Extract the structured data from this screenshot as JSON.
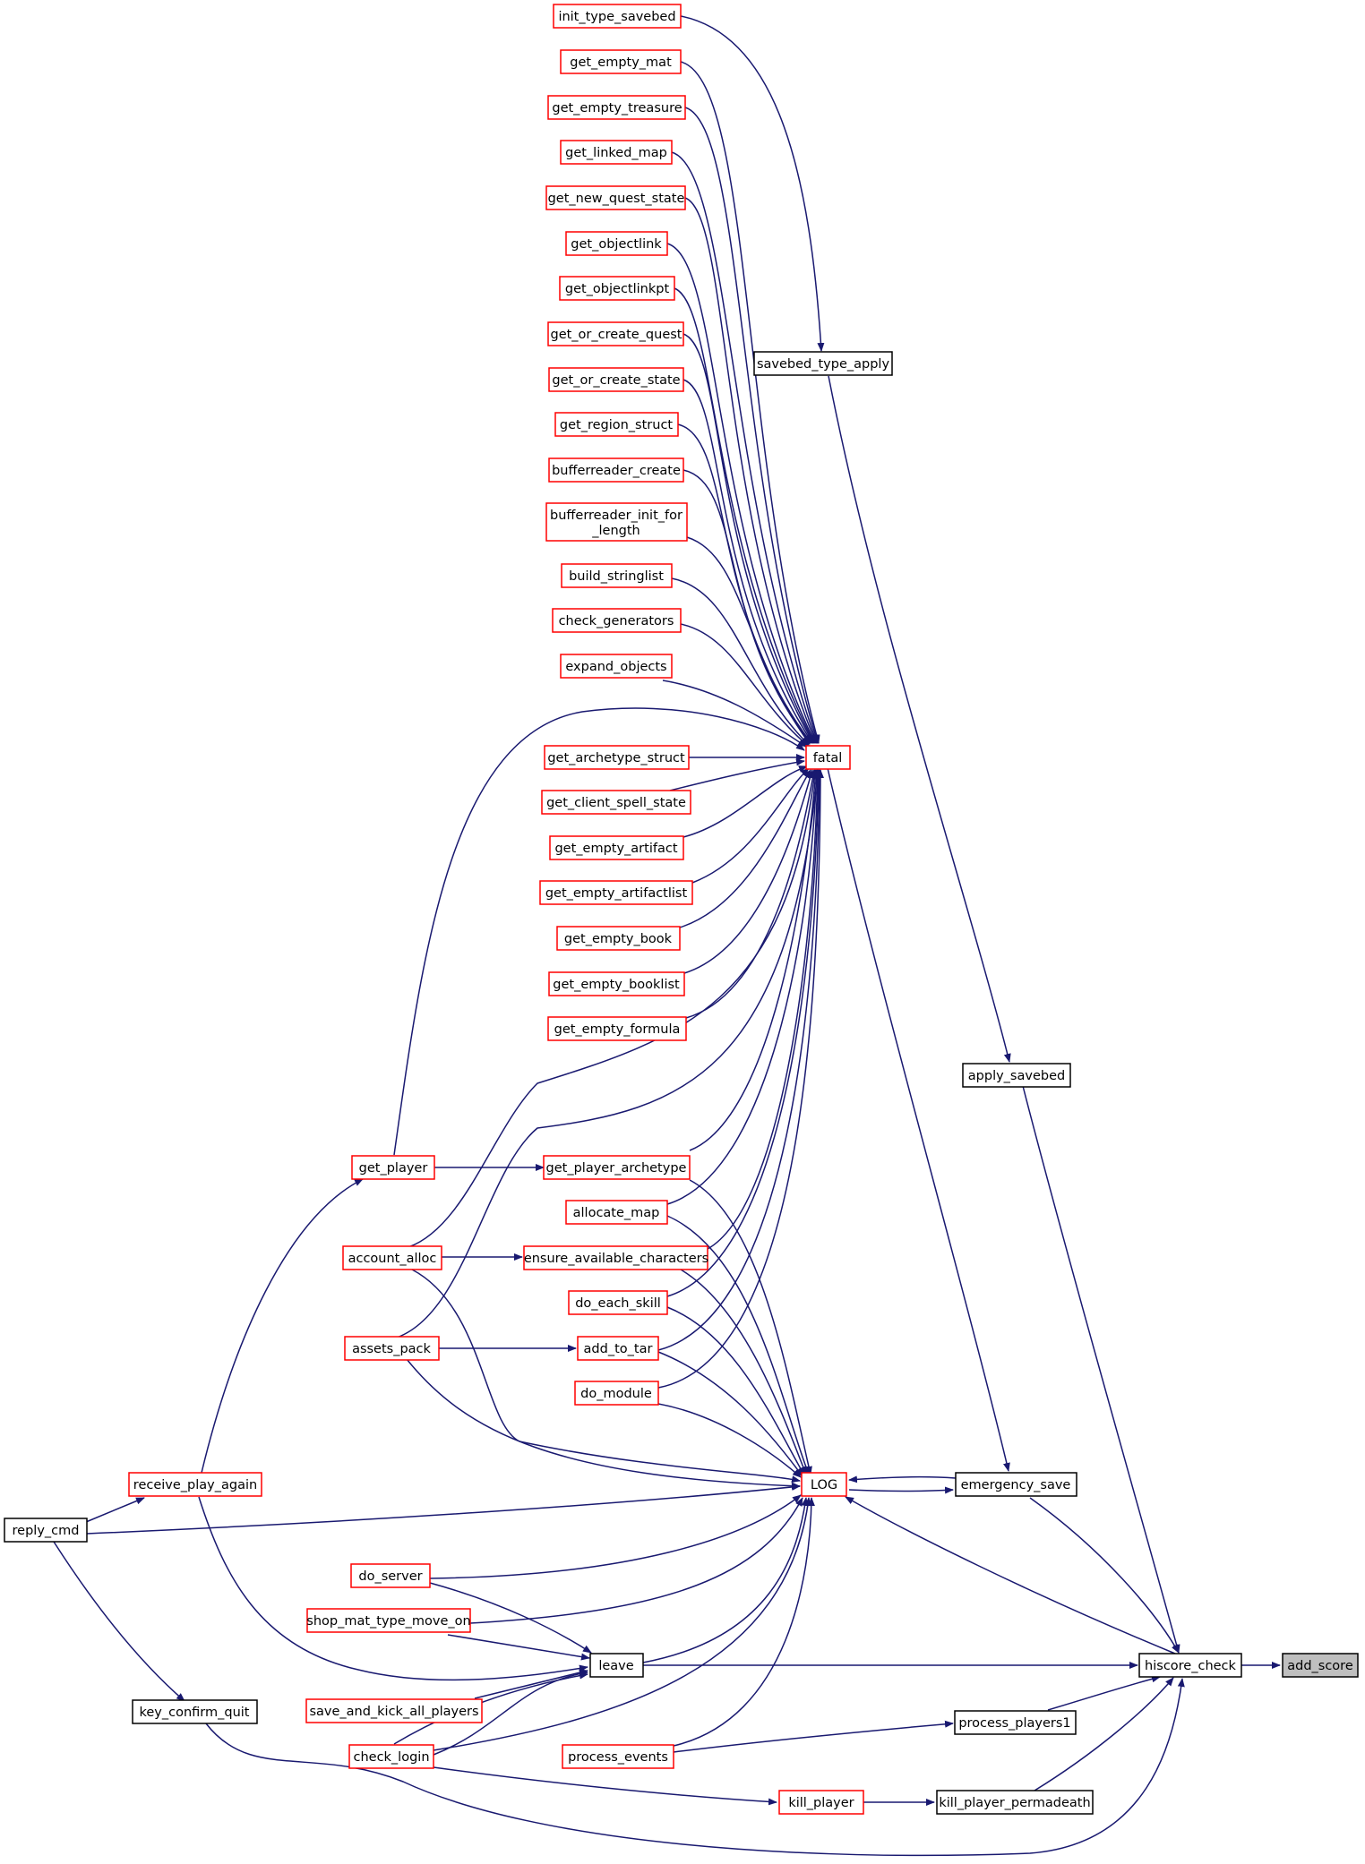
{
  "colors": {
    "edge": "#191970",
    "node_fill": "#ffffff",
    "linked_border": "#ff0000",
    "plain_border": "#000000",
    "focus_fill": "#bfbfbf"
  },
  "nodes": {
    "init_type_savebed": "init_type_savebed",
    "get_empty_mat": "get_empty_mat",
    "get_empty_treasure": "get_empty_treasure",
    "get_linked_map": "get_linked_map",
    "get_new_quest_state": "get_new_quest_state",
    "get_objectlink": "get_objectlink",
    "get_objectlinkpt": "get_objectlinkpt",
    "get_or_create_quest": "get_or_create_quest",
    "get_or_create_state": "get_or_create_state",
    "get_region_struct": "get_region_struct",
    "bufferreader_create": "bufferreader_create",
    "bufferreader_init_for_length_1": "bufferreader_init_for",
    "bufferreader_init_for_length_2": "_length",
    "build_stringlist": "build_stringlist",
    "check_generators": "check_generators",
    "expand_objects": "expand_objects",
    "get_archetype_struct": "get_archetype_struct",
    "get_client_spell_state": "get_client_spell_state",
    "get_empty_artifact": "get_empty_artifact",
    "get_empty_artifactlist": "get_empty_artifactlist",
    "get_empty_book": "get_empty_book",
    "get_empty_booklist": "get_empty_booklist",
    "get_empty_formula": "get_empty_formula",
    "get_player_archetype": "get_player_archetype",
    "allocate_map": "allocate_map",
    "ensure_available_characters": "ensure_available_characters",
    "do_each_skill": "do_each_skill",
    "add_to_tar": "add_to_tar",
    "do_module": "do_module",
    "get_player": "get_player",
    "account_alloc": "account_alloc",
    "assets_pack": "assets_pack",
    "receive_play_again": "receive_play_again",
    "reply_cmd": "reply_cmd",
    "do_server": "do_server",
    "shop_mat_type_move_on": "shop_mat_type_move_on",
    "save_and_kick_all_players": "save_and_kick_all_players",
    "check_login": "check_login",
    "key_confirm_quit": "key_confirm_quit",
    "process_events": "process_events",
    "leave": "leave",
    "kill_player": "kill_player",
    "savebed_type_apply": "savebed_type_apply",
    "fatal": "fatal",
    "apply_savebed": "apply_savebed",
    "LOG": "LOG",
    "emergency_save": "emergency_save",
    "process_players1": "process_players1",
    "kill_player_permadeath": "kill_player_permadeath",
    "hiscore_check": "hiscore_check",
    "add_score": "add_score"
  }
}
